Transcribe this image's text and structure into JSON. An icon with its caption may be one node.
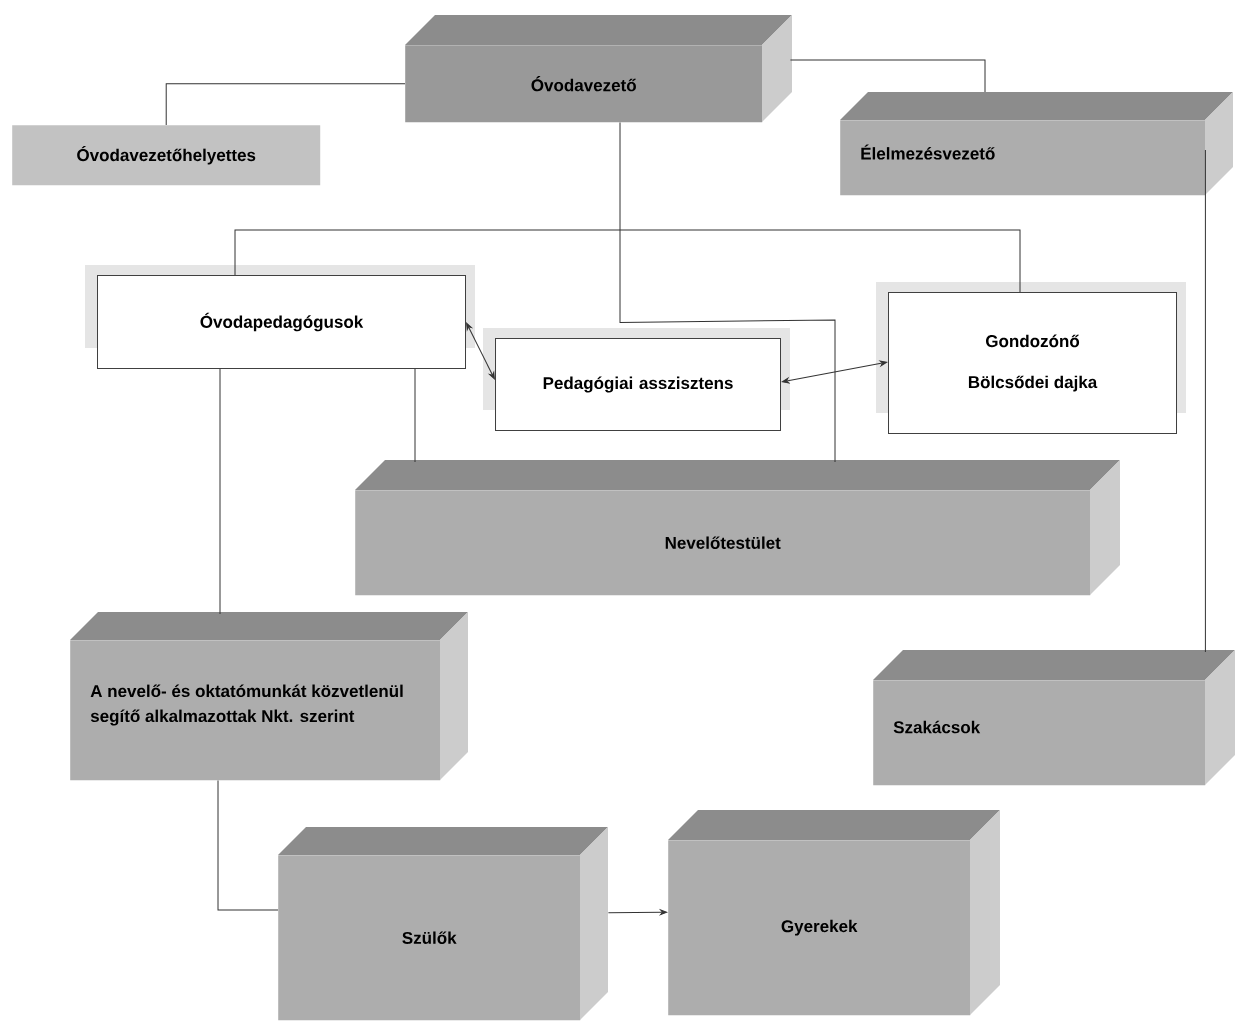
{
  "diagram": {
    "nodes": [
      {
        "text": [
          "Óvodavezető"
        ]
      },
      {
        "text": [
          "Óvodavezetőhelyettes"
        ]
      },
      {
        "text": [
          "Élelmezésvezető"
        ]
      },
      {
        "text": [
          "Óvodapedagógusok"
        ]
      },
      {
        "text": [
          "Pedagógiai asszisztens"
        ]
      },
      {
        "text": [
          "Gondozónő",
          "Bölcsődei dajka"
        ]
      },
      {
        "text": [
          "Nevelőtestület"
        ]
      },
      {
        "text": [
          "A nevelő- és oktatómunkát közvetlenül segítő alkalmazottak Nkt. szerint"
        ]
      },
      {
        "text": [
          "Szakácsok"
        ]
      },
      {
        "text": [
          "Szülők"
        ]
      },
      {
        "text": [
          "Gyerekek"
        ]
      }
    ],
    "edges": [
      {
        "from": 0,
        "to": 1,
        "arrow": "none"
      },
      {
        "from": 0,
        "to": 2,
        "arrow": "none"
      },
      {
        "from": 0,
        "to": 6,
        "arrow": "none"
      },
      {
        "from": 3,
        "to": 5,
        "arrow": "none"
      },
      {
        "from": 3,
        "to": 4,
        "arrow": "both"
      },
      {
        "from": 4,
        "to": 5,
        "arrow": "both"
      },
      {
        "from": 3,
        "to": 6,
        "arrow": "none"
      },
      {
        "from": 3,
        "to": 7,
        "arrow": "none"
      },
      {
        "from": 7,
        "to": 9,
        "arrow": "none"
      },
      {
        "from": 9,
        "to": 10,
        "arrow": "to"
      },
      {
        "from": 2,
        "to": 8,
        "arrow": "none"
      }
    ]
  }
}
